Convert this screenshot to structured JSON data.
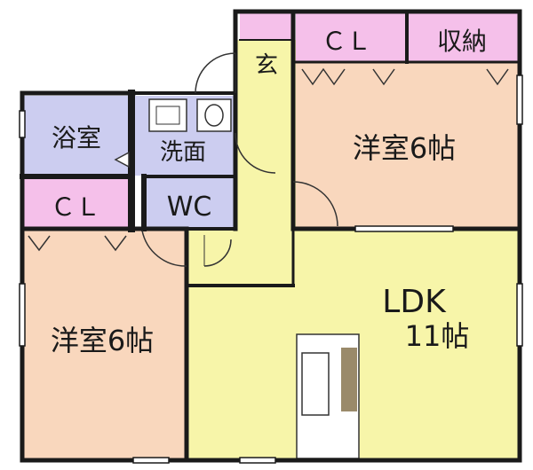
{
  "floorplan": {
    "rooms": {
      "genkan": "玄",
      "cl_top": "ＣＬ",
      "storage": "収納",
      "bath": "浴室",
      "washroom": "洗面",
      "bedroom_ne": "洋室6帖",
      "cl_left": "ＣＬ",
      "wc": "WC",
      "bedroom_sw": "洋室6帖",
      "ldk": "LDK",
      "ldk_size": "11帖"
    },
    "colors": {
      "bedroom": "#f9d7bd",
      "closet": "#f5c0ea",
      "wet_area": "#cccdf0",
      "hall": "#f7f5a9",
      "wall": "#1a1a1a"
    }
  }
}
